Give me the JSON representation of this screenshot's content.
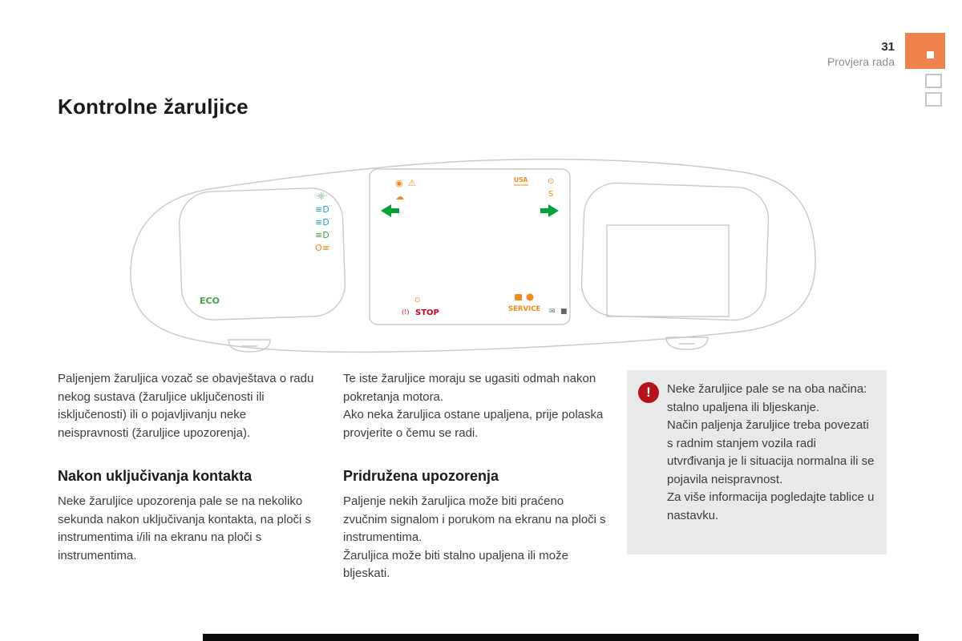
{
  "header": {
    "page_number": "31",
    "section_title": "Provjera rada"
  },
  "title": "Kontrolne žaruljice",
  "intro": {
    "left": "Paljenjem žaruljica vozač se obavještava o radu nekog sustava (žaruljice uključenosti ili isključenosti) ili o pojavljivanju neke neispravnosti (žaruljice upozorenja).",
    "middle": "Te iste žaruljice moraju se ugasiti odmah nakon pokretanja motora.\nAko neka žaruljica ostane upaljena, prije polaska provjerite o čemu se radi."
  },
  "note_box": {
    "icon_glyph": "!",
    "text": "Neke žaruljice pale se na oba načina: stalno upaljena ili bljeskanje.\nNačin paljenja žaruljice treba povezati s radnim stanjem vozila radi utvrđivanja je li situacija normalna ili se pojavila neispravnost.\nZa više informacija pogledajte tablice u nastavku."
  },
  "sections": [
    {
      "heading": "Nakon uključivanja kontakta",
      "body": "Neke žaruljice upozorenja pale se na nekoliko sekunda nakon uključivanja kontakta, na ploči s instrumentima i/ili na ekranu na ploči s instrumentima."
    },
    {
      "heading": "Pridružena upozorenja",
      "body": "Paljenje nekih žaruljica može biti praćeno zvučnim signalom i porukom na ekranu na ploči s instrumentima.\nŽaruljica može biti stalno upaljena ili može bljeskati."
    }
  ],
  "cluster": {
    "eco_label": "ECO",
    "stop_label": "STOP",
    "service_label": "SERVICE",
    "usa_label": "USA"
  },
  "colors": {
    "accent_orange": "#F0824E",
    "warning_orange": "#F08A18",
    "indicator_green": "#00A339",
    "alert_red": "#D0021B",
    "note_icon_red": "#B5121B",
    "beam_blue": "#2A9FD8"
  }
}
